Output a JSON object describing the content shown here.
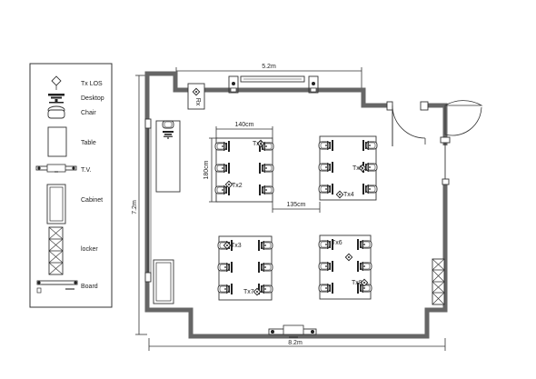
{
  "legend": {
    "items": [
      {
        "icon": "diamond-icon",
        "label": "Tx LOS"
      },
      {
        "icon": "desktop-icon",
        "label": "Desktop"
      },
      {
        "icon": "chair-icon",
        "label": "Chair"
      },
      {
        "icon": "table-icon",
        "label": "Table"
      },
      {
        "icon": "tv-icon",
        "label": "T.V."
      },
      {
        "icon": "cabinet-icon",
        "label": "Cabinet"
      },
      {
        "icon": "locker-icon",
        "label": "locker"
      },
      {
        "icon": "board-icon",
        "label": "Board"
      }
    ]
  },
  "dimensions": {
    "top_width": "5.2m",
    "bottom_width": "8.2m",
    "height": "7.2m",
    "table_width": "140cm",
    "table_depth": "180cm",
    "table_gap": "135cm"
  },
  "receiver": {
    "label": "Rx"
  },
  "transmitters": [
    "Tx1",
    "Tx2",
    "Tx3",
    "Tx4",
    "Tx5",
    "Tx6",
    "Tx7",
    "Tx8"
  ],
  "colors": {
    "wall": "#666666",
    "line": "#333333",
    "fill": "#ffffff"
  }
}
